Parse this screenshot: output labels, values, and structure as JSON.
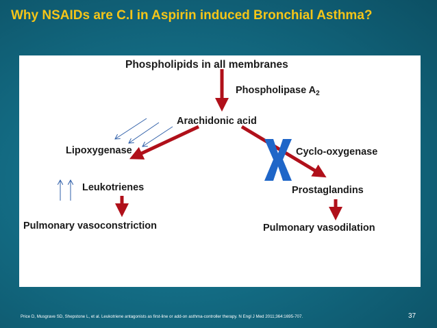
{
  "slide": {
    "title": "Why NSAIDs are C.I in Aspirin induced Bronchial Asthma?",
    "page_number": "37",
    "reference": "Price D, Musgrave SD, Shepstone L, et al. Leukotriene antagonists as first-line or add-on asthma-controller therapy. N Engl J Med 2011;364:1695-707."
  },
  "diagram": {
    "nodes": {
      "phospholipids": "Phospholipids in all membranes",
      "phospholipase": "Phospholipase A",
      "phospholipase_sub": "2",
      "arachidonic": "Arachidonic acid",
      "lipoxygenase": "Lipoxygenase",
      "cyclooxygenase": "Cyclo-oxygenase",
      "leukotrienes": "Leukotrienes",
      "prostaglandins": "Prostaglandins",
      "vasoconstriction": "Pulmonary vasoconstriction",
      "vasodilation": "Pulmonary vasodilation"
    },
    "colors": {
      "arrow": "#b0101a",
      "block_mark": "#1f66c8",
      "annotation_arrows": "#2f5fa8",
      "title": "#f5c518",
      "background": "#0f5f75"
    }
  }
}
